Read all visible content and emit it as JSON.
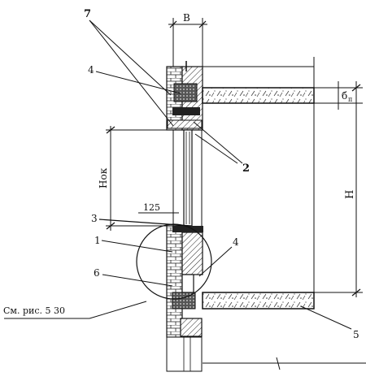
{
  "labels": {
    "dim_b": "B",
    "dim_slab": "б",
    "dim_slab_sub": "п",
    "dim_h": "H",
    "dim_nok": "Нок",
    "dim_125": "125",
    "callout_1": "1",
    "callout_2": "2",
    "callout_3": "3",
    "callout_4_top": "4",
    "callout_4_bottom": "4",
    "callout_5": "5",
    "callout_6": "6",
    "callout_7": "7",
    "reference": "См. рис. 5 30"
  }
}
